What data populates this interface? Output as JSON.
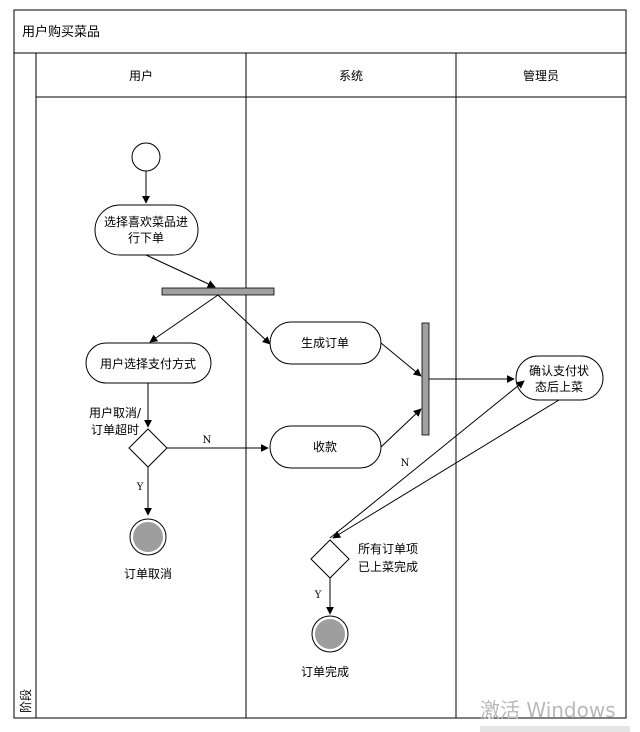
{
  "diagram": {
    "title": "用户购买菜品",
    "stage_label": "阶段",
    "lanes": [
      "用户",
      "系统",
      "管理员"
    ],
    "nodes": {
      "select_dish_line1": "选择喜欢菜品进",
      "select_dish_line2": "行下单",
      "choose_payment": "用户选择支付方式",
      "generate_order": "生成订单",
      "collect_payment": "收款",
      "confirm_line1": "确认支付状",
      "confirm_line2": "态后上菜",
      "cancel_line1": "用户取消/",
      "cancel_line2": "订单超时",
      "all_served_line1": "所有订单项",
      "all_served_line2": "已上菜完成",
      "order_cancelled": "订单取消",
      "order_complete": "订单完成"
    },
    "edge_labels": {
      "decision1_no": "N",
      "decision1_yes": "Y",
      "decision2_no": "N",
      "decision2_yes": "Y"
    }
  },
  "watermark": {
    "line1": "激活 Windows"
  }
}
